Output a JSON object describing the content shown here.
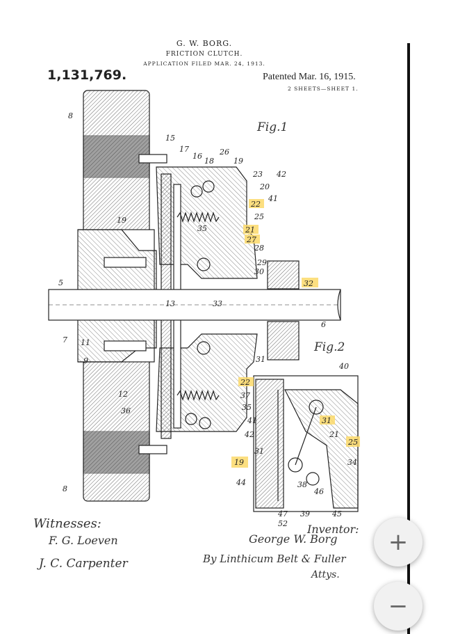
{
  "header": {
    "inventor_name": "G. W. BORG.",
    "invention": "FRICTION CLUTCH.",
    "application": "APPLICATION FILED MAR. 24, 1913.",
    "patent_number": "1,131,769.",
    "patented": "Patented Mar. 16, 1915.",
    "sheets": "2 SHEETS—SHEET 1."
  },
  "figures": {
    "fig1": "Fig.1",
    "fig2": "Fig.2"
  },
  "labels": [
    "8",
    "15",
    "17",
    "16",
    "18",
    "26",
    "19",
    "23",
    "42",
    "20",
    "41",
    "19",
    "35",
    "25",
    "27",
    "28",
    "29",
    "30",
    "5",
    "13",
    "33",
    "7",
    "11",
    "9",
    "12",
    "36",
    "37",
    "35",
    "41",
    "42",
    "31",
    "6",
    "8",
    "21",
    "40",
    "31",
    "25",
    "34",
    "44",
    "39",
    "38",
    "46",
    "45",
    "47",
    "52"
  ],
  "highlighted_labels": [
    "22",
    "21",
    "27",
    "32",
    "22",
    "31",
    "25",
    "19"
  ],
  "signatures": {
    "witnesses": "Witnesses:",
    "witness1": "F. G. Loeven",
    "witness2": "J. C. Carpenter",
    "inventor_label": "Inventor:",
    "inventor": "George W. Borg",
    "by": "By Linthicum Belt & Fuller",
    "attys": "Attys."
  },
  "controls": {
    "zoom_in": "+",
    "zoom_out": "−"
  },
  "colors": {
    "highlight": "#fbd96a"
  }
}
